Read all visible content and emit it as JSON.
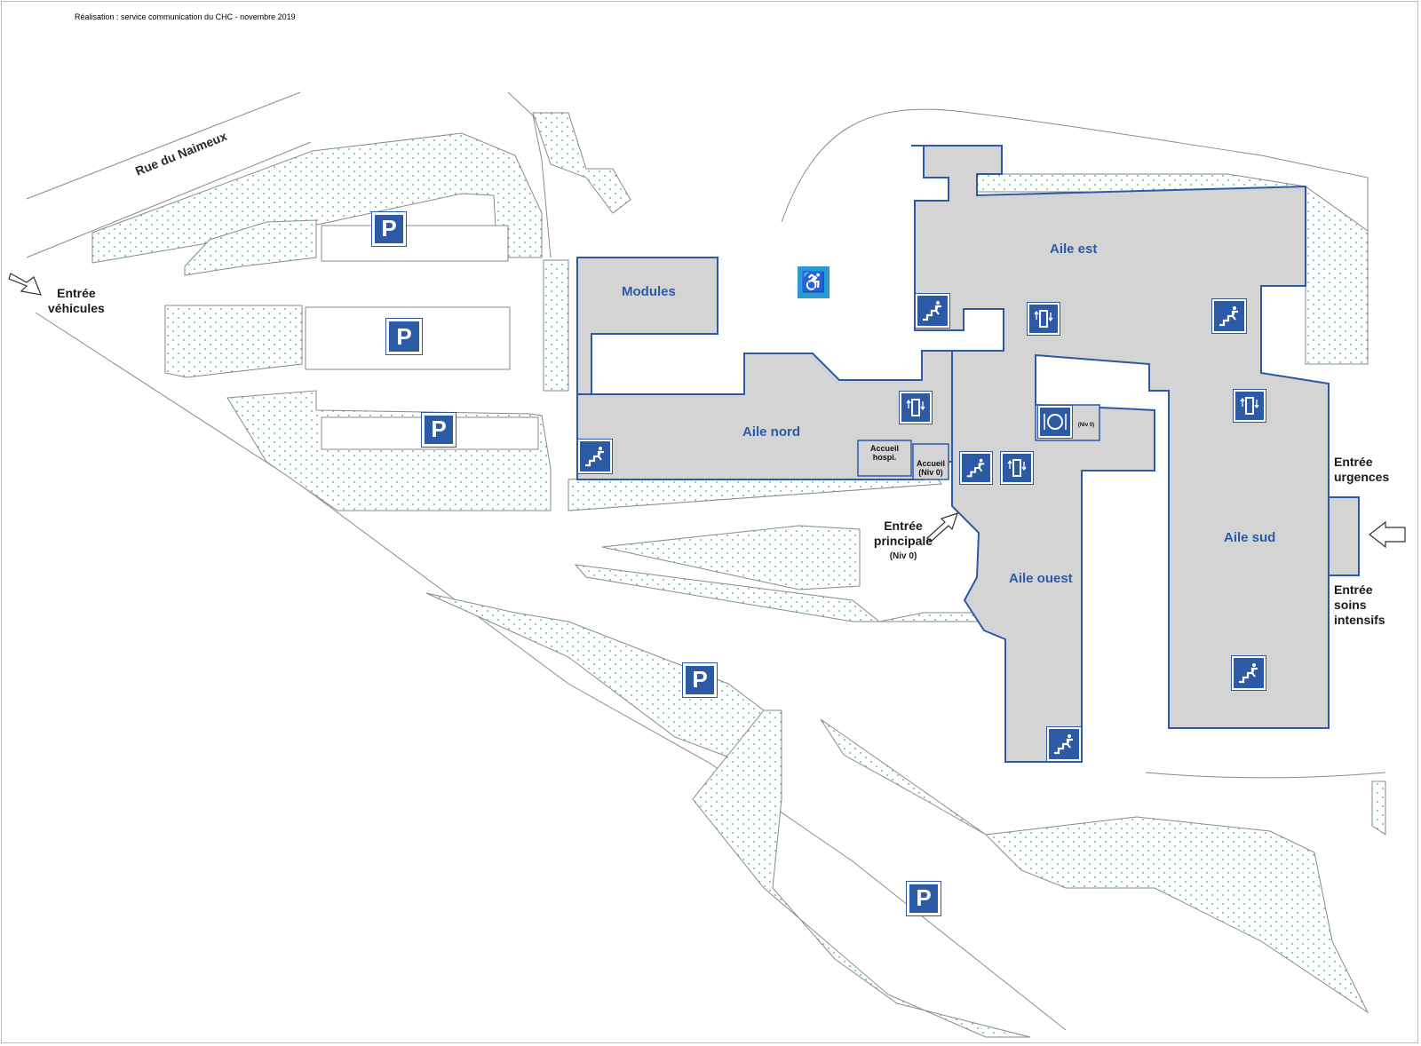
{
  "credit": "Réalisation : service communication du CHC - novembre 2019",
  "street": "Rue du Naimeux",
  "buildings": {
    "modules": "Modules",
    "aile_nord": "Aile nord",
    "aile_est": "Aile est",
    "aile_ouest": "Aile ouest",
    "aile_sud": "Aile sud"
  },
  "reception": {
    "accueil_hosp_1": "Accueil",
    "accueil_hosp_2": "hospi.",
    "accueil": "Accueil",
    "accueil_niv": "(Niv 0)"
  },
  "restaurant_niv": "(Niv 0)",
  "entries": {
    "vehicules_1": "Entrée",
    "vehicules_2": "véhicules",
    "principale_1": "Entrée",
    "principale_2": "principale",
    "principale_niv": "(Niv 0)",
    "urgences_1": "Entrée",
    "urgences_2": "urgences",
    "soins_1": "Entrée",
    "soins_2": "soins",
    "soins_3": "intensifs"
  },
  "parking_letter": "P",
  "icons": {
    "parking": "parking-sign-icon",
    "stairs": "stairs-icon",
    "elevator": "elevator-icon",
    "restaurant": "restaurant-plate-icon",
    "accessible": "wheelchair-accessible-icon",
    "arrow": "entrance-arrow-icon"
  },
  "colors": {
    "building_fill": "#d4d4d4",
    "building_outline": "#2c5aa8",
    "green_area_dot": "#2fb57a",
    "road_line": "#8a8a8a",
    "picto_blue": "#2d5aa5",
    "accessible_blue": "#2b9ad3"
  }
}
